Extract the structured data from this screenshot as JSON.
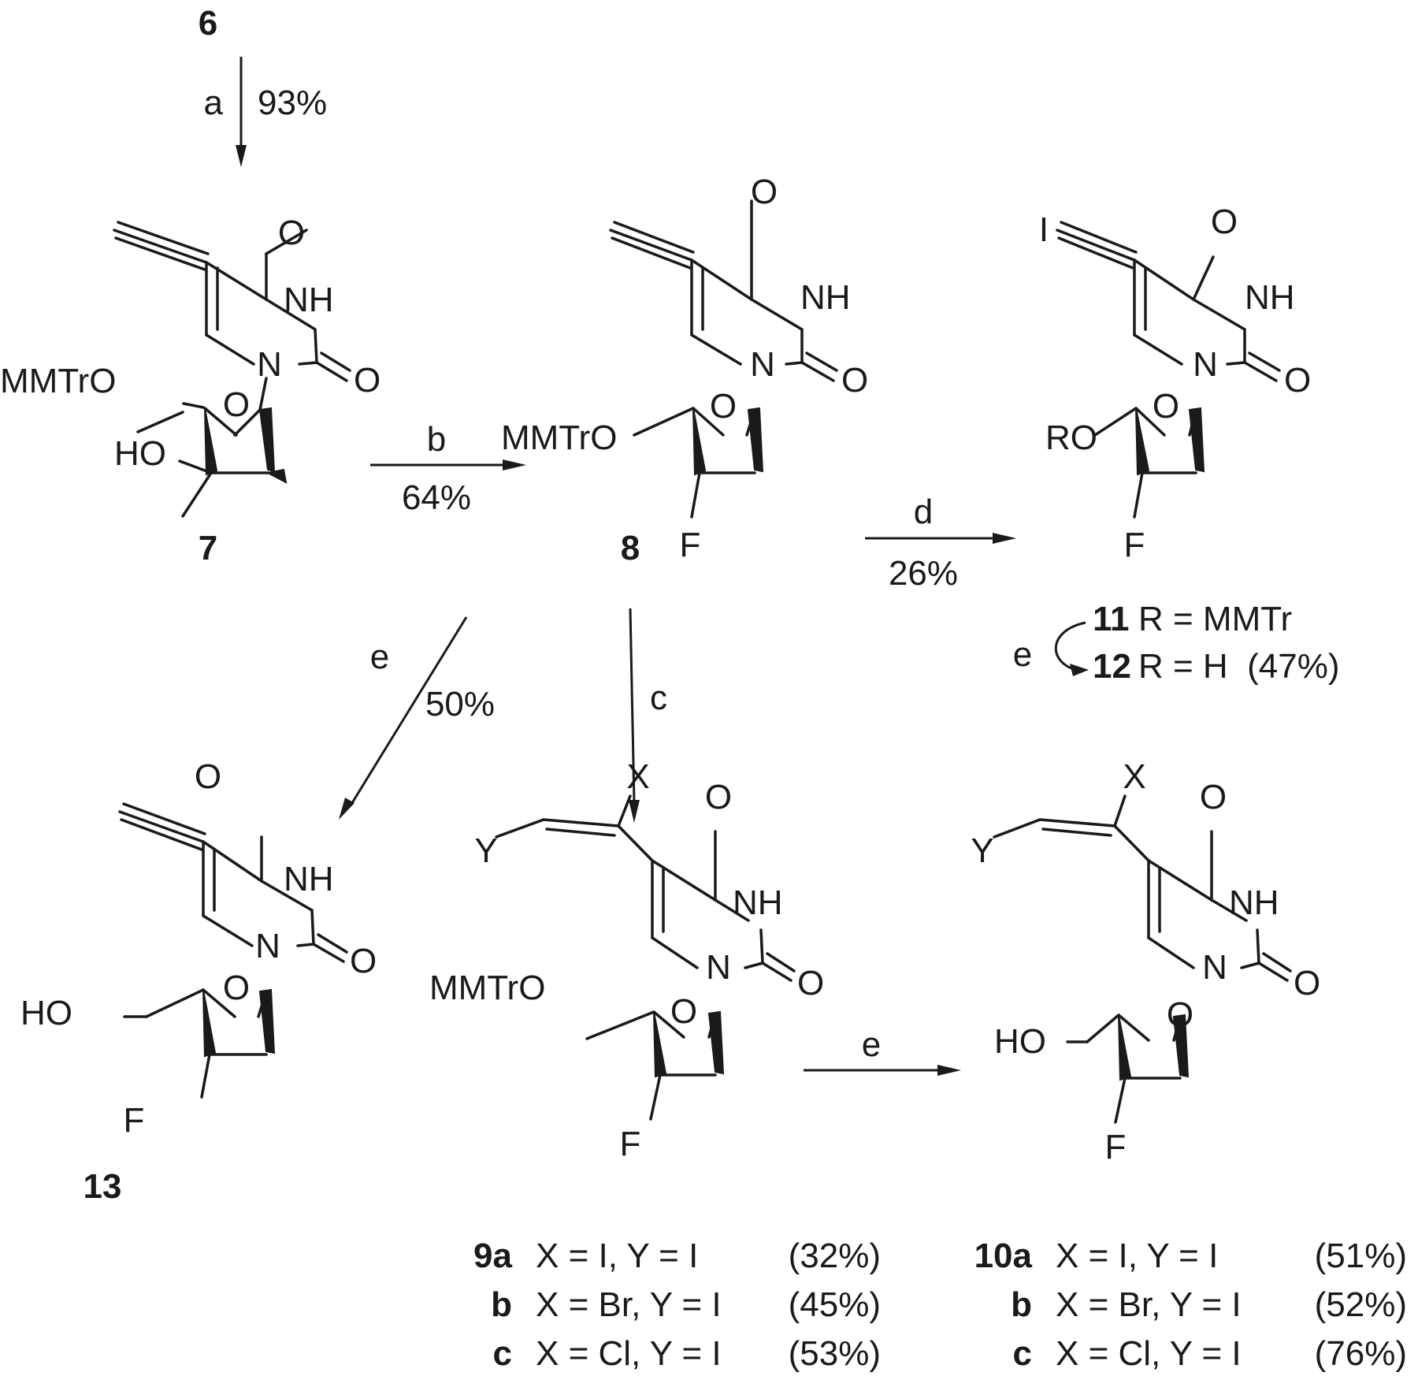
{
  "compounds": {
    "c6": "6",
    "c7": "7",
    "c8": "8",
    "c13": "13"
  },
  "atoms": {
    "O": "O",
    "NH": "NH",
    "N": "N",
    "F": "F",
    "I": "I",
    "X": "X",
    "Y": "Y",
    "HO": "HO",
    "RO": "RO",
    "MMTrO": "MMTrO"
  },
  "steps": {
    "a": {
      "letter": "a",
      "yield": "93%"
    },
    "b": {
      "letter": "b",
      "yield": "64%"
    },
    "d": {
      "letter": "d",
      "yield": "26%"
    },
    "e13": {
      "letter": "e",
      "yield": "50%"
    },
    "c": {
      "letter": "c"
    },
    "e10": {
      "letter": "e"
    },
    "e12": {
      "letter": "e"
    }
  },
  "list11_12": [
    {
      "num": "11",
      "text": "R = MMTr"
    },
    {
      "num": "12",
      "text": "R = H  (47%)"
    }
  ],
  "list9": [
    {
      "num": "9a",
      "text": "X = I, Y = I",
      "yield": "(32%)"
    },
    {
      "num": "b",
      "text": "X = Br, Y = I",
      "yield": "(45%)"
    },
    {
      "num": "c",
      "text": "X = Cl, Y = I",
      "yield": "(53%)"
    }
  ],
  "list10": [
    {
      "num": "10a",
      "text": "X = I, Y = I",
      "yield": "(51%)"
    },
    {
      "num": "b",
      "text": "X = Br, Y = I",
      "yield": "(52%)"
    },
    {
      "num": "c",
      "text": "X = Cl, Y = I",
      "yield": "(76%)"
    }
  ]
}
